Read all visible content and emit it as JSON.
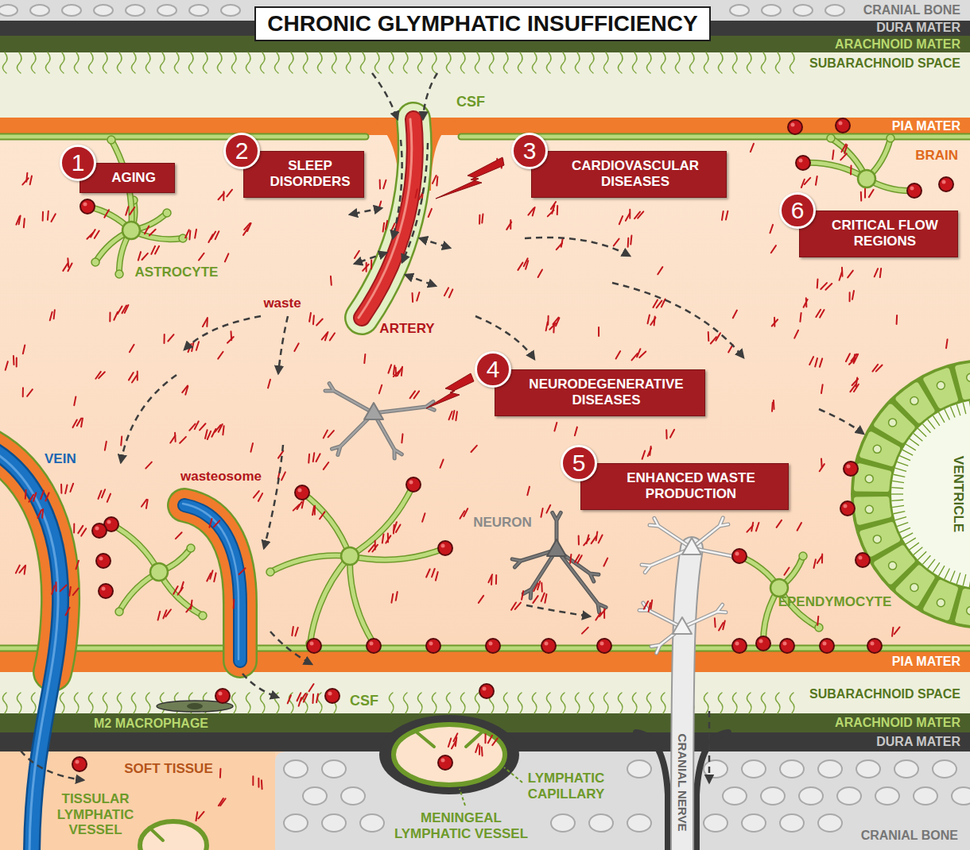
{
  "diagram": {
    "title": "CHRONIC GLYMPHATIC INSUFFICIENCY",
    "nodes": [
      {
        "text": [
          "1",
          "AGING"
        ]
      },
      {
        "text": [
          "2",
          "SLEEP DISORDERS"
        ]
      },
      {
        "text": [
          "3",
          "CARDIOVASCULAR DISEASES"
        ]
      },
      {
        "text": [
          "4",
          "NEURODEGENERATIVE DISEASES"
        ]
      },
      {
        "text": [
          "5",
          "ENHANCED WASTE PRODUCTION"
        ]
      },
      {
        "text": [
          "6",
          "CRITICAL FLOW REGIONS"
        ]
      }
    ],
    "labels": [
      "CRANIAL BONE",
      "DURA MATER",
      "ARACHNOID MATER",
      "SUBARACHNOID SPACE",
      "CSF",
      "PIA MATER",
      "BRAIN",
      "ASTROCYTE",
      "waste",
      "ARTERY",
      "VEIN",
      "wasteosome",
      "NEURON",
      "VENTRICLE",
      "EPENDYMOCYTE",
      "PIA MATER",
      "CSF",
      "SUBARACHNOID SPACE",
      "M2 MACROPHAGE",
      "ARACHNOID MATER",
      "DURA MATER",
      "CRANIAL NERVE",
      "SOFT TISSUE",
      "TISSULAR LYMPHATIC VESSEL",
      "LYMPHATIC CAPILLARY",
      "MENINGEAL LYMPHATIC VESSEL",
      "CRANIAL BONE"
    ]
  }
}
